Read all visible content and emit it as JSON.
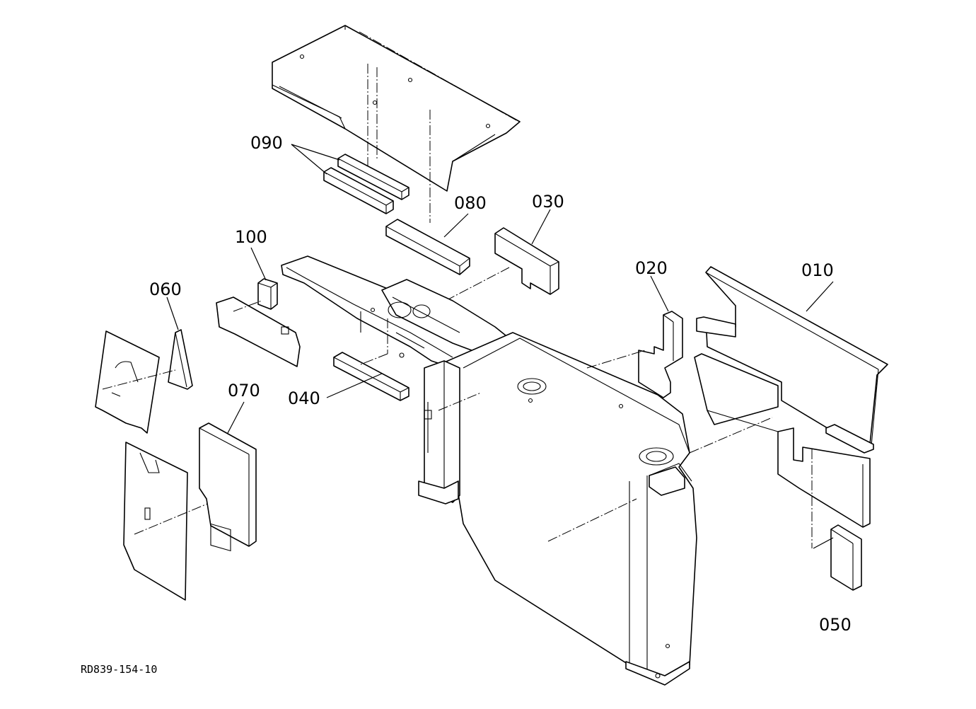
{
  "labels": {
    "p010": "010",
    "p020": "020",
    "p030": "030",
    "p040": "040",
    "p050": "050",
    "p060": "060",
    "p070": "070",
    "p080": "080",
    "p090": "090",
    "p100": "100"
  },
  "diagram_code": "RD839-154-10"
}
